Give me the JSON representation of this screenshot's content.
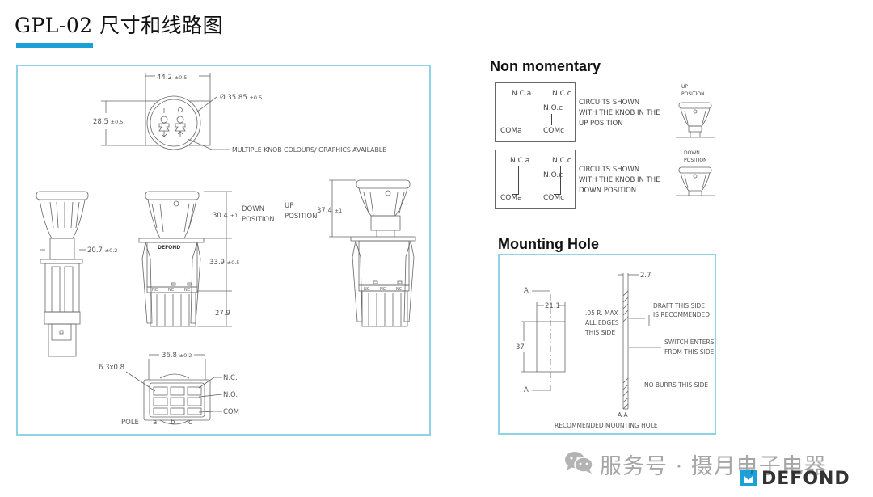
{
  "header": {
    "title": "GPL-02 尺寸和线路图",
    "accent_color": "#1ba0d8"
  },
  "dimension_drawing": {
    "frame_color": "#8fd4e6",
    "top_view": {
      "width_dim": "44.2",
      "width_tol": "±0.5",
      "height_dim": "28.5",
      "height_tol": "±0.5",
      "diameter_dim": "Ø 35.85",
      "diameter_tol": "±0.5",
      "note": "MULTIPLE KNOB COLOURS/ GRAPHICS AVAILABLE"
    },
    "side_view": {
      "width_dim": "20.7",
      "width_tol": "±0.2"
    },
    "front_view": {
      "knob_height_dim": "30.4",
      "knob_height_tol": "±1",
      "knob_position_label": "DOWN\nPOSITION",
      "body_height_dim": "33.9",
      "body_height_tol": "±0.5",
      "terminal_height_dim": "27.9",
      "brand_mark": "DEFOND",
      "terminal_labels": [
        "NC",
        "NC",
        "NC"
      ]
    },
    "up_view": {
      "position_label": "UP\nPOSITION",
      "height_dim": "37.4",
      "height_tol": "±1",
      "terminal_labels": [
        "NC",
        "NC",
        "NC"
      ]
    },
    "bottom_view": {
      "width_dim": "36.8",
      "width_tol": "±0.2",
      "terminal_size": "6.3x0.8",
      "row_labels": [
        "N.C.",
        "N.O.",
        "COM"
      ],
      "pole_label": "POLE",
      "pole_names": [
        "a",
        "b",
        "c"
      ]
    }
  },
  "non_momentary": {
    "title": "Non momentary",
    "circuits": [
      {
        "labels": {
          "nca": "N.C.a",
          "ncc": "N.C.c",
          "noc": "N.O.c",
          "coma": "COMa",
          "comc": "COMc"
        },
        "note": "CIRCUITS SHOWN\nWITH THE KNOB IN THE\nUP POSITION",
        "position_label": "UP\nPOSITION"
      },
      {
        "labels": {
          "nca": "N.C.a",
          "ncc": "N.C.c",
          "noc": "N.O.c",
          "coma": "COMa",
          "comc": "COMc"
        },
        "note": "CIRCUITS SHOWN\nWITH THE KNOB IN THE\nDOWN POSITION",
        "position_label": "DOWN\nPOSITION"
      }
    ]
  },
  "mounting_hole": {
    "title": "Mounting Hole",
    "section_marker": "A",
    "width_dim": "21.1",
    "height_dim": "37",
    "thickness_dim": "2.7",
    "edge_note": ".05 R. MAX\nALL EDGES\nTHIS SIDE",
    "draft_note": "DRAFT THIS SIDE\nIS RECOMMENDED",
    "enter_note": "SWITCH ENTERS\nFROM THIS SIDE",
    "burr_note": "NO BURRS THIS SIDE",
    "section_label": "A-A",
    "caption": "RECOMMENDED MOUNTING HOLE"
  },
  "footer": {
    "watermark_icon": "wechat-icon",
    "watermark_text": "服务号 · 摄月电子电器",
    "brand_name": "DEFOND",
    "brand_color": "#1ba0d8"
  }
}
